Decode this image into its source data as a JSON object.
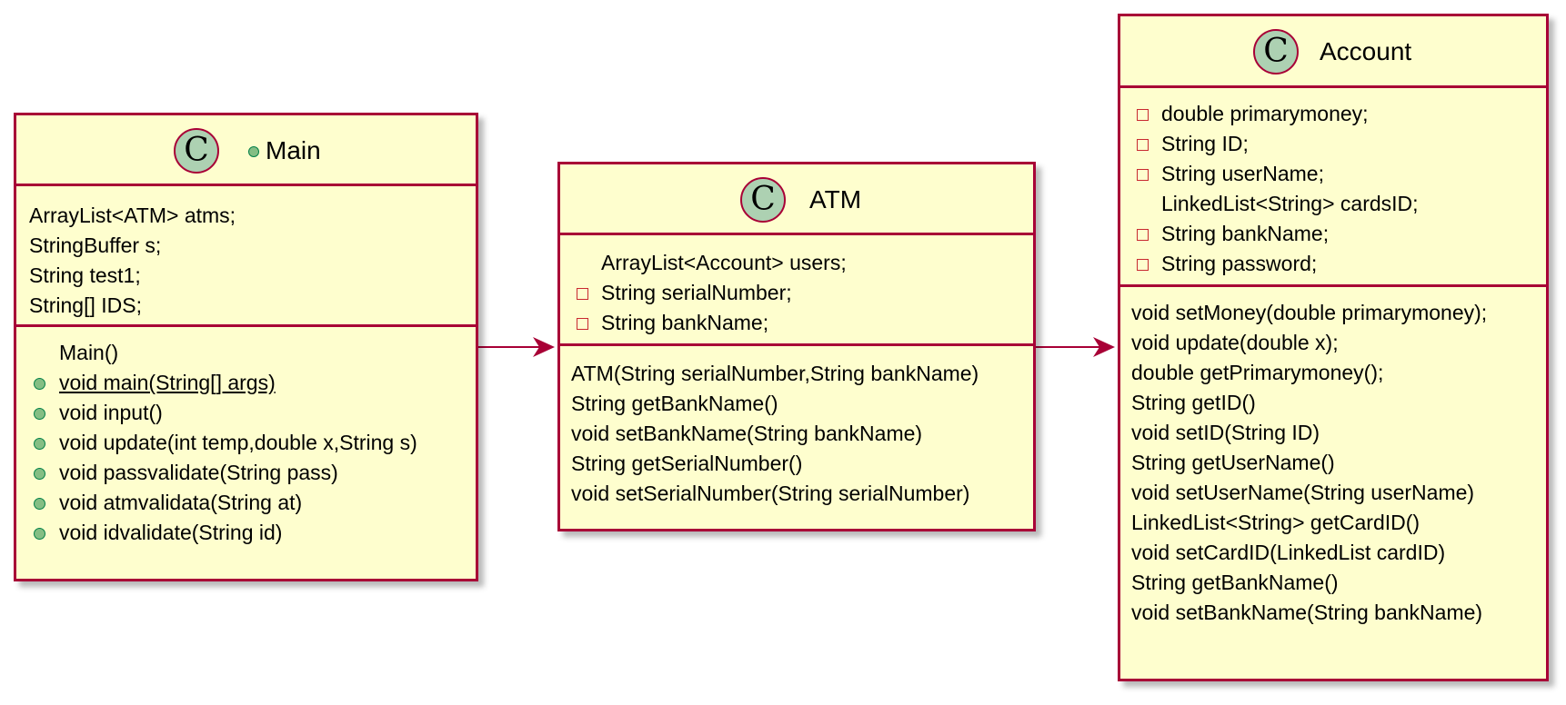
{
  "diagram": {
    "colors": {
      "border": "#a80036",
      "fill": "#fefece",
      "class_icon": "#add1b2",
      "public_marker": "#84be84",
      "private_marker": "#c82930"
    },
    "classes": {
      "main": {
        "icon_letter": "C",
        "name": "Main",
        "fields": [
          {
            "text": "ArrayList<ATM> atms;",
            "visibility": "package"
          },
          {
            "text": "StringBuffer s;",
            "visibility": "package"
          },
          {
            "text": "String test1;",
            "visibility": "package"
          },
          {
            "text": "String[] IDS;",
            "visibility": "package"
          }
        ],
        "methods": [
          {
            "text": "Main()",
            "visibility": "none"
          },
          {
            "text": "void main(String[] args)",
            "visibility": "public",
            "static": true
          },
          {
            "text": "void input()",
            "visibility": "public"
          },
          {
            "text": "void update(int temp,double x,String s)",
            "visibility": "public"
          },
          {
            "text": "void passvalidate(String pass)",
            "visibility": "public"
          },
          {
            "text": "void atmvalidata(String at)",
            "visibility": "public"
          },
          {
            "text": "void idvalidate(String id)",
            "visibility": "public"
          }
        ]
      },
      "atm": {
        "icon_letter": "C",
        "name": "ATM",
        "fields": [
          {
            "text": "ArrayList<Account> users;",
            "visibility": "none"
          },
          {
            "text": "String serialNumber;",
            "visibility": "private"
          },
          {
            "text": "String bankName;",
            "visibility": "private"
          }
        ],
        "methods": [
          {
            "text": "ATM(String serialNumber,String bankName)",
            "visibility": "package"
          },
          {
            "text": "String getBankName()",
            "visibility": "package"
          },
          {
            "text": "void setBankName(String bankName)",
            "visibility": "package"
          },
          {
            "text": "String getSerialNumber()",
            "visibility": "package"
          },
          {
            "text": "void setSerialNumber(String serialNumber)",
            "visibility": "package"
          }
        ]
      },
      "account": {
        "icon_letter": "C",
        "name": "Account",
        "fields": [
          {
            "text": "double primarymoney;",
            "visibility": "private"
          },
          {
            "text": "String ID;",
            "visibility": "private"
          },
          {
            "text": "String userName;",
            "visibility": "private"
          },
          {
            "text": "LinkedList<String> cardsID;",
            "visibility": "none"
          },
          {
            "text": "String bankName;",
            "visibility": "private"
          },
          {
            "text": "String password;",
            "visibility": "private"
          }
        ],
        "methods": [
          {
            "text": "void setMoney(double primarymoney);",
            "visibility": "package"
          },
          {
            "text": "void update(double x);",
            "visibility": "package"
          },
          {
            "text": "double getPrimarymoney();",
            "visibility": "package"
          },
          {
            "text": "String getID()",
            "visibility": "package"
          },
          {
            "text": "void setID(String ID)",
            "visibility": "package"
          },
          {
            "text": "String getUserName()",
            "visibility": "package"
          },
          {
            "text": "void setUserName(String userName)",
            "visibility": "package"
          },
          {
            "text": "LinkedList<String> getCardID()",
            "visibility": "package"
          },
          {
            "text": "void setCardID(LinkedList cardID)",
            "visibility": "package"
          },
          {
            "text": "String getBankName()",
            "visibility": "package"
          },
          {
            "text": "void setBankName(String bankName)",
            "visibility": "package"
          }
        ]
      }
    },
    "associations": [
      {
        "from": "Main",
        "to": "ATM",
        "arrow": "open"
      },
      {
        "from": "ATM",
        "to": "Account",
        "arrow": "open"
      }
    ]
  }
}
